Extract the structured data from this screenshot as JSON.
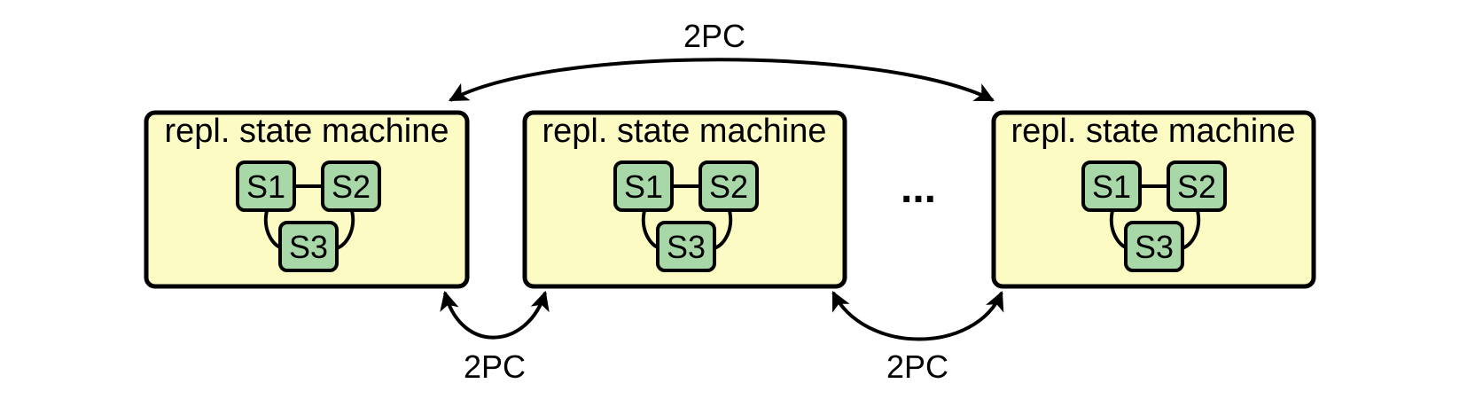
{
  "colors": {
    "box_fill": "#fdfbc4",
    "node_fill": "#a8d8a8",
    "stroke": "#000000"
  },
  "boxes": [
    {
      "title": "repl. state machine",
      "nodes": [
        "S1",
        "S2",
        "S3"
      ]
    },
    {
      "title": "repl. state machine",
      "nodes": [
        "S1",
        "S2",
        "S3"
      ]
    },
    {
      "title": "repl. state machine",
      "nodes": [
        "S1",
        "S2",
        "S3"
      ]
    }
  ],
  "ellipsis": "...",
  "edges": {
    "top_label": "2PC",
    "bottom_left_label": "2PC",
    "bottom_right_label": "2PC"
  }
}
